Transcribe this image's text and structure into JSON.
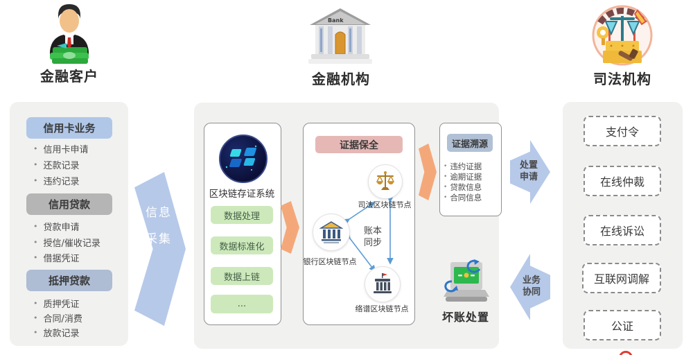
{
  "actors": [
    {
      "label": "金融客户",
      "icon": "businessman-money-icon"
    },
    {
      "label": "金融机构",
      "icon": "bank-building-icon",
      "icon_text": "Bank"
    },
    {
      "label": "司法机构",
      "icon": "judicial-badge-icon"
    }
  ],
  "left_panel": {
    "groups": [
      {
        "header": "信用卡业务",
        "header_bg": "#b0c7e8",
        "items": [
          "信用卡申请",
          "还款记录",
          "违约记录"
        ]
      },
      {
        "header": "信用贷款",
        "header_bg": "#b5b5b5",
        "items": [
          "贷款申请",
          "授信/催收记录",
          "借据凭证"
        ]
      },
      {
        "header": "抵押贷款",
        "header_bg": "#aebcd4",
        "items": [
          "质押凭证",
          "合同/消费",
          "放款记录"
        ]
      }
    ]
  },
  "flow_arrows": {
    "info_collect": {
      "lines": [
        "信息",
        "采集"
      ],
      "color": "#b6c9e9"
    },
    "disposal_request": {
      "lines": [
        "处置",
        "申请"
      ],
      "color": "#b6c9e9"
    },
    "business_collab": {
      "lines": [
        "业务",
        "协同"
      ],
      "color": "#b6c9e9"
    }
  },
  "blockchain_panel": {
    "title": "区块链存证系统",
    "icon": "blockchain-cubes-icon",
    "steps": [
      "数据处理",
      "数据标准化",
      "数据上链",
      "..."
    ],
    "step_bg": "#cde9bb"
  },
  "preservation_panel": {
    "header": "证据保全",
    "header_bg": "#e5b8b6",
    "nodes": [
      {
        "label": "司法区块链节点",
        "icon": "scales-icon"
      },
      {
        "label": "银行区块链节点",
        "icon": "bank-columns-icon"
      },
      {
        "label": "络谱区块链节点",
        "icon": "gov-building-flag-icon"
      }
    ],
    "sync_lines": [
      "账本",
      "同步"
    ],
    "connector_color": "#5b9bd5"
  },
  "trace_panel": {
    "header": "证据溯源",
    "header_bg": "#b1c0d5",
    "items": [
      "违约证据",
      "逾期证据",
      "贷款信息",
      "合同信息"
    ]
  },
  "bad_debt": {
    "label": "坏账处置",
    "icon": "laptop-money-sync-icon"
  },
  "judicial_panel": {
    "items": [
      "支付令",
      "在线仲裁",
      "在线诉讼",
      "互联网调解",
      "公证"
    ]
  },
  "accents": {
    "orange_arrow": "#f4a879",
    "panel_bg": "#f1f1f0"
  }
}
